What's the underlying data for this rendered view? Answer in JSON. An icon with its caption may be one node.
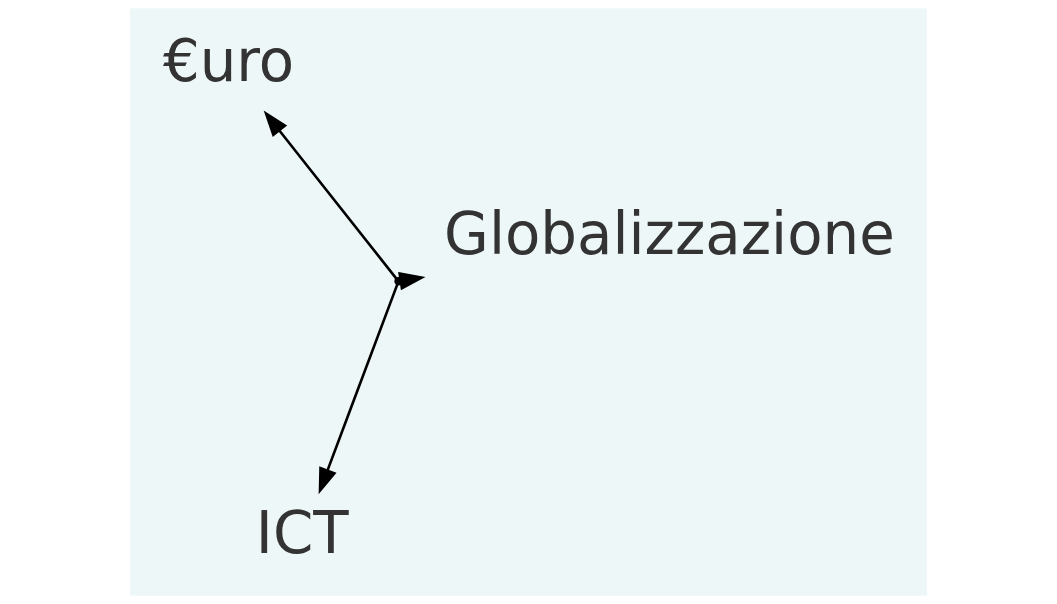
{
  "diagram": {
    "nodes": [
      {
        "text": [],
        "shape": "point"
      },
      {
        "text": [
          "Globalizzazione"
        ]
      },
      {
        "text": [
          "ICT"
        ]
      },
      {
        "text": [
          "€uro"
        ]
      }
    ],
    "edges": [
      {
        "from": 0,
        "to": 1,
        "arrow": "to"
      },
      {
        "from": 0,
        "to": 2,
        "arrow": "to"
      },
      {
        "from": 0,
        "to": 3,
        "arrow": "to"
      }
    ]
  }
}
